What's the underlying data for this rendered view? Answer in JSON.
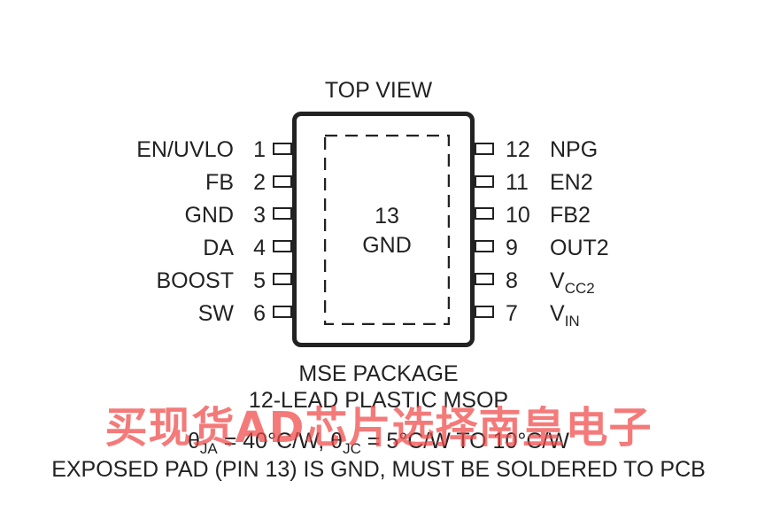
{
  "title": "TOP VIEW",
  "pad": {
    "number": "13",
    "name": "GND"
  },
  "pins_left": [
    {
      "num": "1",
      "name": "EN/UVLO"
    },
    {
      "num": "2",
      "name": "FB"
    },
    {
      "num": "3",
      "name": "GND"
    },
    {
      "num": "4",
      "name": "DA"
    },
    {
      "num": "5",
      "name": "BOOST"
    },
    {
      "num": "6",
      "name": "SW"
    }
  ],
  "pins_right": [
    {
      "num": "12",
      "name": "NPG",
      "sub": ""
    },
    {
      "num": "11",
      "name": "EN2",
      "sub": ""
    },
    {
      "num": "10",
      "name": "FB2",
      "sub": ""
    },
    {
      "num": "9",
      "name": "OUT2",
      "sub": ""
    },
    {
      "num": "8",
      "name": "V",
      "sub": "CC2"
    },
    {
      "num": "7",
      "name": "V",
      "sub": "IN"
    }
  ],
  "package": {
    "name": "MSE PACKAGE",
    "desc": "12-LEAD PLASTIC MSOP",
    "theta_ja_sym": "θ",
    "theta_ja_sub": "JA",
    "theta_ja_val": " = 40°C/W, ",
    "theta_jc_sym": "θ",
    "theta_jc_sub": "JC",
    "theta_jc_val": " = 5°C/W TO 10°C/W",
    "note": "EXPOSED PAD (PIN 13) IS GND, MUST BE SOLDERED TO PCB"
  },
  "watermark": "买现货AD芯片选择南皇电子"
}
